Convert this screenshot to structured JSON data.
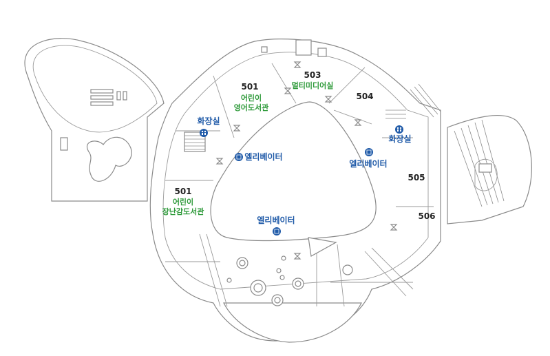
{
  "colors": {
    "room_name": "#2e9a3a",
    "facility": "#1f5aa8",
    "icon_bg": "#1f5aa8",
    "wall": "#8a8a8a",
    "room_number": "#222222"
  },
  "rooms": [
    {
      "id": "r501a",
      "number": "501",
      "name_lines": [
        "어린이",
        "영어도서관"
      ]
    },
    {
      "id": "r503",
      "number": "503",
      "name_lines": [
        "멀티미디어실"
      ]
    },
    {
      "id": "r504",
      "number": "504",
      "name_lines": []
    },
    {
      "id": "r501b",
      "number": "501",
      "name_lines": [
        "어린이",
        "장난감도서관"
      ]
    },
    {
      "id": "r505",
      "number": "505",
      "name_lines": []
    },
    {
      "id": "r506",
      "number": "506",
      "name_lines": []
    }
  ],
  "facilities": [
    {
      "id": "restroom-left",
      "label": "화장실",
      "icon": "restroom-icon"
    },
    {
      "id": "restroom-right",
      "label": "화장실",
      "icon": "restroom-icon"
    },
    {
      "id": "elevator-left",
      "label": "엘리베이터",
      "icon": "elevator-icon"
    },
    {
      "id": "elevator-right",
      "label": "엘리베이터",
      "icon": "elevator-icon"
    },
    {
      "id": "elevator-bottom",
      "label": "엘리베이터",
      "icon": "elevator-icon"
    }
  ]
}
